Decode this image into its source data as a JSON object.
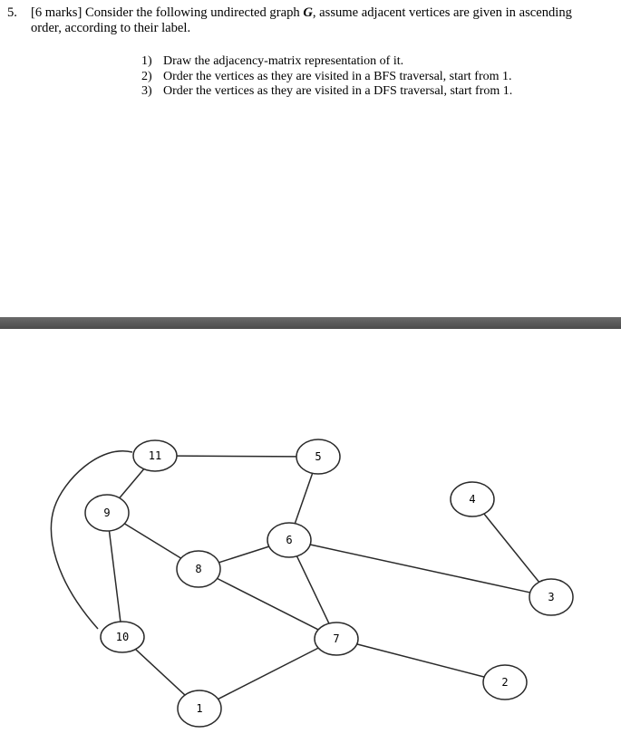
{
  "question": {
    "number": "5.",
    "line1": "[6 marks] Consider the following undirected graph ",
    "graph_name": "G",
    "line1_rest": ", assume adjacent vertices are given in ascending",
    "line2": "order, according to their label.",
    "tasks": [
      {
        "num": "1)",
        "text": "Draw the adjacency-matrix representation of it."
      },
      {
        "num": "2)",
        "text": "Order the vertices as they are visited in a BFS traversal, start from 1."
      },
      {
        "num": "3)",
        "text": "Order the vertices as they are visited in a DFS traversal, start from 1."
      }
    ]
  },
  "graph": {
    "nodes": [
      {
        "id": "11",
        "label": "11"
      },
      {
        "id": "5",
        "label": "5"
      },
      {
        "id": "4",
        "label": "4"
      },
      {
        "id": "9",
        "label": "9"
      },
      {
        "id": "6",
        "label": "6"
      },
      {
        "id": "8",
        "label": "8"
      },
      {
        "id": "3",
        "label": "3"
      },
      {
        "id": "10",
        "label": "10"
      },
      {
        "id": "7",
        "label": "7"
      },
      {
        "id": "2",
        "label": "2"
      },
      {
        "id": "1",
        "label": "1"
      }
    ],
    "edges": [
      [
        "11",
        "5"
      ],
      [
        "11",
        "9"
      ],
      [
        "11",
        "10"
      ],
      [
        "9",
        "10"
      ],
      [
        "9",
        "8"
      ],
      [
        "5",
        "6"
      ],
      [
        "6",
        "8"
      ],
      [
        "6",
        "3"
      ],
      [
        "6",
        "7"
      ],
      [
        "8",
        "7"
      ],
      [
        "4",
        "3"
      ],
      [
        "7",
        "2"
      ],
      [
        "7",
        "1"
      ],
      [
        "10",
        "1"
      ]
    ]
  }
}
